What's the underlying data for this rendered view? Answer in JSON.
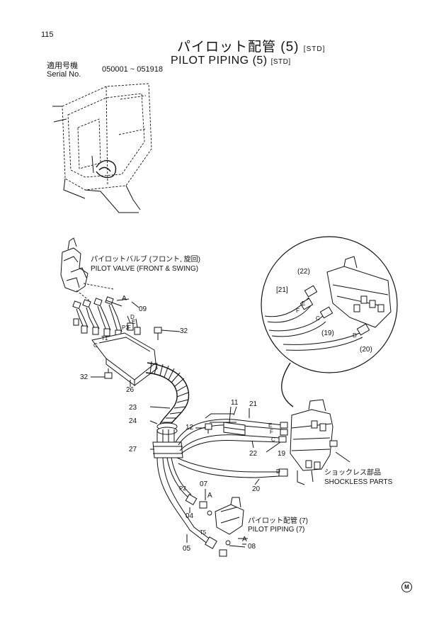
{
  "page_number": "115",
  "title": {
    "jp": "パイロット配管 (5)",
    "jp_suffix": "[STD]",
    "en": "PILOT PIPING (5)",
    "en_suffix": "[STD]"
  },
  "serial": {
    "label_jp": "適用号機",
    "label_en": "Serial No.",
    "range": "050001 ~ 051918"
  },
  "callouts": {
    "pilot_valve_jp": "パイロットバルブ (フロント, 旋回)",
    "pilot_valve_en": "PILOT VALVE (FRONT & SWING)",
    "shockless_jp": "ショックレス部品",
    "shockless_en": "SHOCKLESS PARTS",
    "pilot_piping7_jp": "パイロット配管 (7)",
    "pilot_piping7_en": "PILOT PIPING (7)"
  },
  "part_numbers": {
    "p04": "04",
    "p05": "05",
    "p07": "07",
    "p08": "08",
    "p09": "09",
    "p11": "11",
    "p12": "12",
    "p19": "19",
    "p20": "20",
    "p21": "21",
    "p22": "22",
    "p23": "23",
    "p24": "24",
    "p26": "26",
    "p27": "27",
    "p32a": "32",
    "p32b": "32",
    "d19": "(19)",
    "d20": "(20)",
    "d21": "[21]",
    "d22": "(22)"
  },
  "port_letters": {
    "A1": "A",
    "A2": "A",
    "A3": "A",
    "D1": "D",
    "E1": "E",
    "F1": "F",
    "P3": "P3",
    "T1": "T1",
    "C1": "C",
    "E2": "E",
    "F2": "F",
    "C2": "C",
    "D2": "D",
    "E3": "E",
    "F3": "F",
    "C3": "C",
    "D3": "D",
    "P2": "P2",
    "T5": "T5"
  },
  "logo_letter": "M"
}
